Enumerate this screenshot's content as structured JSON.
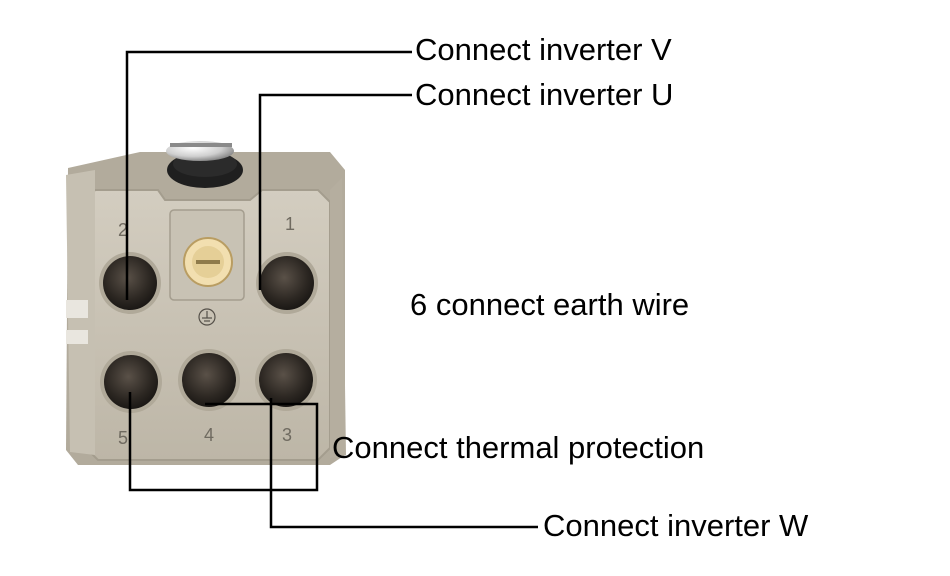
{
  "labels": {
    "inverter_v": "Connect inverter V",
    "inverter_u": "Connect inverter U",
    "earth": "6 connect earth wire",
    "thermal": "Connect thermal protection",
    "inverter_w": "Connect inverter W"
  },
  "pin_numbers": {
    "pin1": "1",
    "pin2": "2",
    "pin3": "3",
    "pin4": "4",
    "pin5": "5"
  },
  "colors": {
    "connector_body": "#c9c3b6",
    "connector_shade": "#a9a292",
    "socket_dark": "#2c2722",
    "leader_line": "#000000",
    "background": "#ffffff"
  }
}
